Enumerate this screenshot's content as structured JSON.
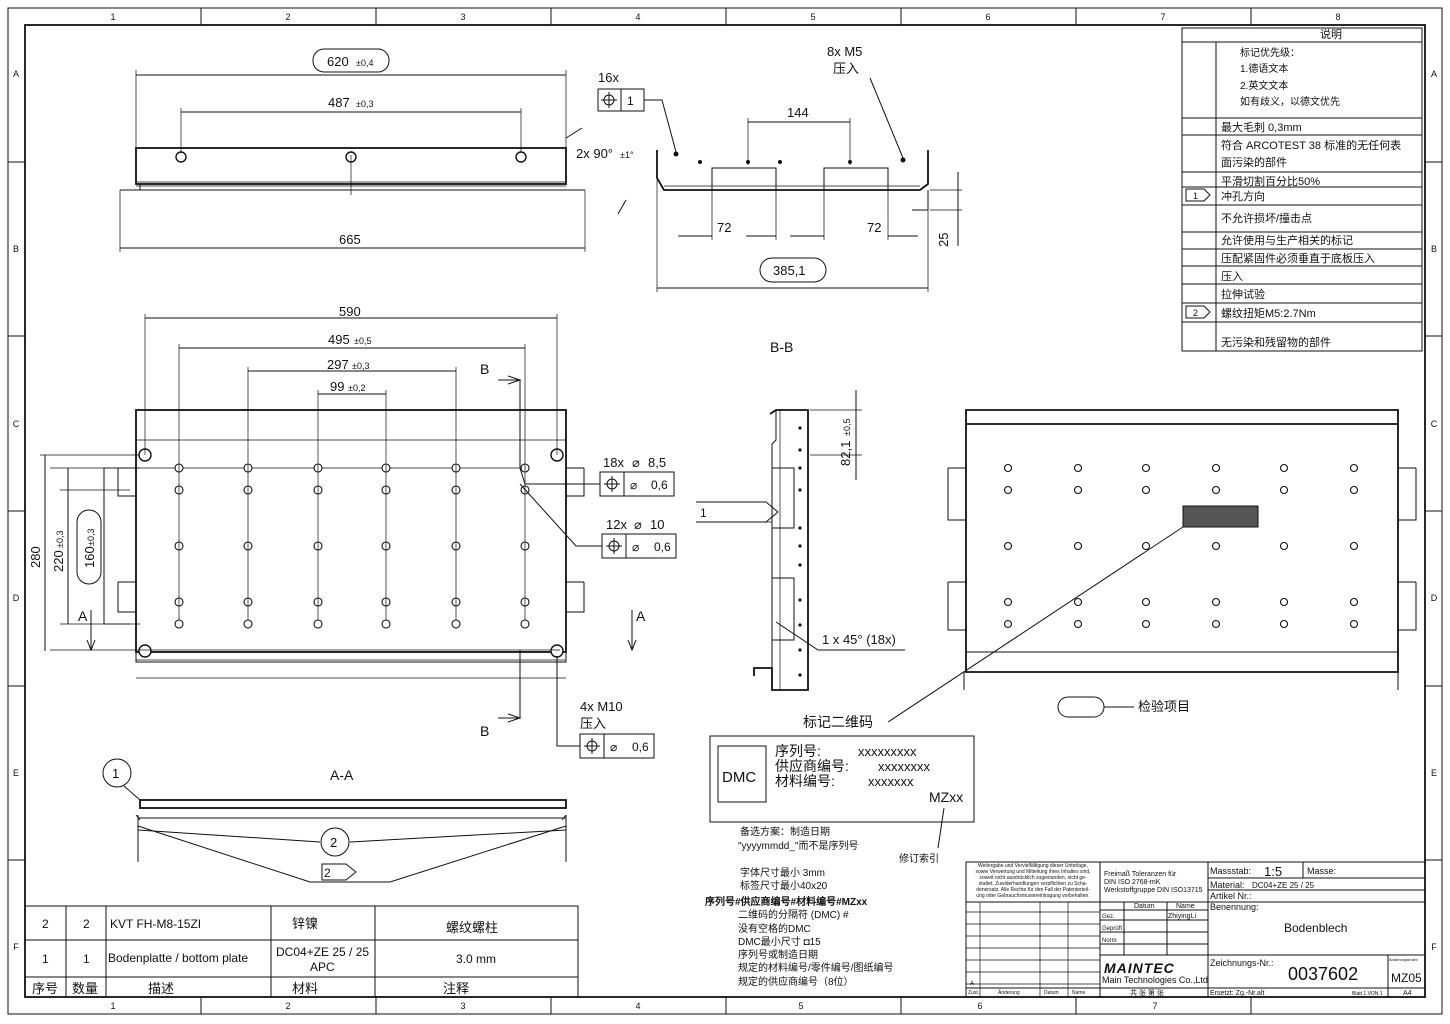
{
  "frame": {
    "columns": [
      "1",
      "2",
      "3",
      "4",
      "5",
      "6",
      "7",
      "8"
    ],
    "rows": [
      "A",
      "B",
      "C",
      "D",
      "E",
      "F"
    ]
  },
  "top_view": {
    "dim_620": "620",
    "tol_620": "±0,4",
    "dim_487": "487",
    "tol_487": "±0,3",
    "dim_665": "665",
    "angle": "2x 90°",
    "angle_tol": "±1°"
  },
  "side_view": {
    "qty_16": "16x",
    "fcf_1": "1",
    "m5": "8x M5",
    "m5_press": "压入",
    "dim_144": "144",
    "dim_72a": "72",
    "dim_72b": "72",
    "dim_25": "25",
    "dim_385": "385,1"
  },
  "front_view": {
    "dim_590": "590",
    "dim_495": "495",
    "tol_495": "±0,5",
    "dim_297": "297",
    "tol_297": "±0,3",
    "dim_99": "99",
    "tol_99": "±0,2",
    "dim_280": "280",
    "dim_220": "220",
    "tol_220": "±0,3",
    "dim_160": "160",
    "tol_160": "±0,3",
    "sec_b_top": "B",
    "sec_b_bot": "B",
    "sec_a_left": "A",
    "sec_a_right": "A",
    "hole18": "18x",
    "hole18_d": "8,5",
    "fcf18_tol": "0,6",
    "hole12": "12x",
    "hole12_d": "10",
    "fcf12_tol": "0,6",
    "m10": "4x M10",
    "m10_press": "压入",
    "fcf_m10_tol": "0,6"
  },
  "section_bb": {
    "title": "B-B",
    "dim_82": "82,1",
    "tol_82": "±0,5",
    "flag_1": "1",
    "chamfer": "1 x 45° (18x)"
  },
  "section_aa": {
    "title": "A-A",
    "balloon_1": "1",
    "balloon_2": "2",
    "flag_2": "2"
  },
  "right_view": {
    "mark_label": "标记二维码",
    "inspect_label": "检验项目"
  },
  "dmc_box": {
    "dmc": "DMC",
    "l1": "序列号:",
    "v1": "xxxxxxxxx",
    "l2": "供应商编号:",
    "v2": "xxxxxxxx",
    "l3": "材料编号:",
    "v3": "xxxxxxx",
    "mz": "MZxx",
    "rev_index": "修订索引"
  },
  "dmc_notes": [
    "备选方案：制造日期",
    "\"yyyymmdd_\"而不是序列号",
    "",
    "字体尺寸最小 3mm",
    "标签尺寸最小40x20",
    "序列号#供应商编号#材料编号#MZxx",
    "二维码的分隔符 (DMC) #",
    "没有空格的DMC",
    "DMC最小尺寸    ◘15",
    "序列号或制造日期",
    "规定的材料编号/零件编号/图纸编号",
    "规定的供应商编号（8位）"
  ],
  "notes_table": {
    "header": "说明",
    "priority_lines": [
      "标记优先级：",
      "1.德语文本",
      "2.英文文本",
      "如有歧义，以德文优先"
    ],
    "rows": [
      {
        "flag": "",
        "text": "最大毛刺 0,3mm"
      },
      {
        "flag": "",
        "text": "符合  ARCOTEST 38 标准的无任何表"
      },
      {
        "flag": "",
        "text": "面污染的部件"
      },
      {
        "flag": "",
        "text": "平滑切割百分比50%"
      },
      {
        "flag": "1",
        "text": "冲孔方向"
      },
      {
        "flag": "",
        "text": "不允许损坏/撞击点"
      },
      {
        "flag": "",
        "text": "允许使用与生产相关的标记"
      },
      {
        "flag": "",
        "text": "压配紧固件必须垂直于底板压入"
      },
      {
        "flag": "",
        "text": "压入"
      },
      {
        "flag": "",
        "text": "拉伸试验"
      },
      {
        "flag": "2",
        "text": "螺纹扭矩M5:2.7Nm"
      },
      {
        "flag": "",
        "text": "无污染和残留物的部件"
      }
    ]
  },
  "bom": {
    "rows": [
      {
        "pos": "2",
        "qty": "2",
        "desc": "KVT FH-M8-15ZI",
        "mat": "锌镍",
        "note": "螺纹螺柱"
      },
      {
        "pos": "1",
        "qty": "1",
        "desc": "Bodenplatte / bottom plate",
        "mat1": "DC04+ZE 25 / 25",
        "mat2": "APC",
        "note": "3.0 mm"
      }
    ],
    "header": {
      "pos": "序号",
      "qty": "数量",
      "desc": "描述",
      "mat": "材料",
      "note": "注释"
    }
  },
  "title_block": {
    "legal": [
      "Weitergabe und Vervielfältigung dieser Unterlage,",
      "sowie Verwertung und Mitteilung ihres Inhaltes sind,",
      "soweit nicht ausdrücklich zugestanden, nicht ge-",
      "stattet. Zuwiderhandlungen verpflichten zu Scha-",
      "denersatz. Alle Rechte für den Fall der Patenterteil-",
      "ung oder Gebrauchsmustereintragung vorbehalten."
    ],
    "tol1": "Freimaß Toleranzen für",
    "tol2": "DIN ISO  2768-mK",
    "tol3": "Werkstoffgruppe DIN ISO13715",
    "massstab_label": "Massstab:",
    "massstab": "1:5",
    "masse_label": "Masse:",
    "material_label": "Material:",
    "material": "DC04+ZE 25 / 25",
    "artikel_label": "Artikel Nr.:",
    "benennung_label": "Benennung:",
    "benennung": "Bodenblech",
    "datum": "Datum",
    "name": "Name",
    "gez": "Gez.",
    "gez_name": "ZhiyingLi",
    "gepruft": "Geprüft",
    "norm": "Norm",
    "logo": "MAINTEC",
    "company": "Main Technologies Co.,Ltd",
    "zeichnungs_label": "Zeichnungs-Nr.:",
    "zeichnungs": "0037602",
    "mz": "MZ05",
    "aend": "Änderungsindex",
    "zust": "Zust.",
    "anderung": "Änderung",
    "datum2": "Datum",
    "name2": "Name",
    "pages": "共  张  第  张",
    "ersetzt": "Ersetzt: Zg.-Nr.alt",
    "blatt": "Blatt 1 VON 1",
    "format": "A4",
    "a_mark": "A"
  }
}
